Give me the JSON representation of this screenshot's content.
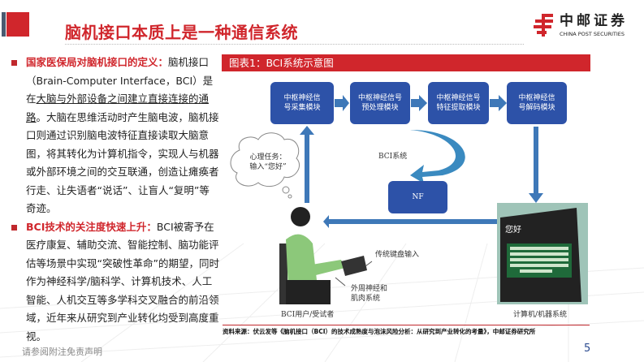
{
  "header": {
    "title": "脑机接口本质上是一种通信系统",
    "logo_cn": "中邮证券",
    "logo_en": "CHINA POST SECURITIES"
  },
  "bullets": [
    {
      "heading": "国家医保局对脑机接口的定义：",
      "text_a": "脑机接口（Brain-Computer Interface，BCI）是在",
      "underlined": "大脑与外部设备之间建立直接连接的通路",
      "text_b": "。大脑在思维活动时产生脑电波，脑机接口则通过识别脑电波特征直接读取大脑意图，将其转化为计算机指令，实现人与机器或外部环境之间的交互联通，创造让瘫痪者行走、让失语者“说话”、让盲人“复明”等奇迹。"
    },
    {
      "heading": "BCI技术的关注度快速上升：",
      "text": "BCI被寄予在医疗康复、辅助交流、智能控制、脑功能评估等场景中实现“突破性革命”的期望，同时作为神经科学/脑科学、计算机技术、人工智能、人机交互等多学科交叉融合的前沿领域，近年来从研究到产业转化均受到高度重视。"
    }
  ],
  "figure": {
    "title": "图表1：BCI系统示意图",
    "modules": [
      "中枢神经信号采集模块",
      "中枢神经信号预处理模块",
      "中枢神经信号特征提取模块",
      "中枢神经信号解码模块"
    ],
    "module_lines": [
      [
        "中枢神经信",
        "号采集模块"
      ],
      [
        "中枢神经信号",
        "预处理模块"
      ],
      [
        "中枢神经信号",
        "特征提取模块"
      ],
      [
        "中枢神经信",
        "号解码模块"
      ]
    ],
    "bci_system": "BCI系统",
    "nf": "NF",
    "thought": [
      "心理任务：",
      "输入“您好”"
    ],
    "screen_text": "您好",
    "keyboard_label": "传统键盘输入",
    "nerve_label": [
      "外周神经和",
      "肌肉系统"
    ],
    "user_label": "BCI用户/受试者",
    "computer_label": "计算机/机器系统"
  },
  "source": "资料来源：伏云发等《脑机接口（BCI）的技术成熟度与泡沫风险分析：从研究到产业转化的考量》，中邮证券研究所",
  "footer": {
    "disclaimer": "请参阅附注免责声明",
    "page": "5"
  },
  "colors": {
    "brand_red": "#d0262c",
    "module_blue": "#2d52a8",
    "arrow_blue": "#3e78b8"
  }
}
